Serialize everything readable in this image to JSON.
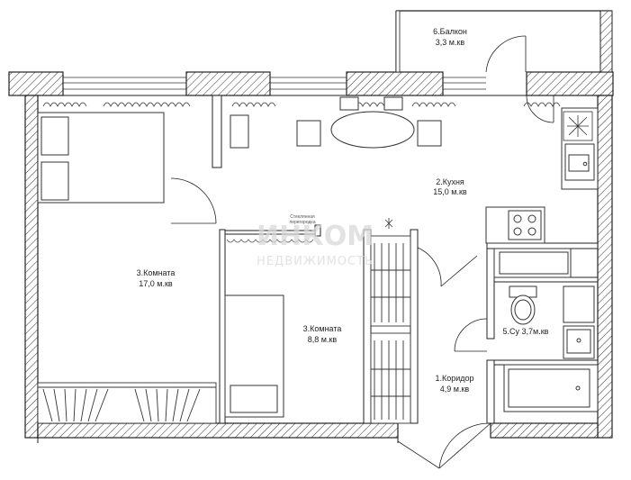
{
  "rooms": {
    "balcony": {
      "name": "6.Балкон",
      "area": "3,3 м.кв"
    },
    "kitchen": {
      "name": "2.Кухня",
      "area": "15,0 м.кв"
    },
    "room_big": {
      "name": "3.Комната",
      "area": "17,0 м.кв"
    },
    "room_small": {
      "name": "3.Комната",
      "area": "8,8 м.кв"
    },
    "bathroom": {
      "name": "5.Су 3,7м.кв"
    },
    "corridor": {
      "name": "1.Коридор",
      "area": "4,9 м.кв"
    }
  },
  "partition_note": {
    "line1": "Стеклянная",
    "line2": "перегородка"
  },
  "watermark": {
    "line1": "ИНКОМ",
    "line2": "НЕДВИЖИМОСТЬ"
  }
}
